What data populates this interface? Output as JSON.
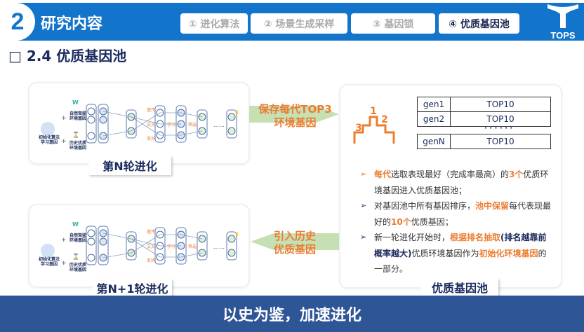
{
  "header": {
    "section_number": "2",
    "title": "研究内容"
  },
  "tabs": [
    {
      "label": "① 进化算法",
      "active": false
    },
    {
      "label": "② 场景生成采样",
      "active": false
    },
    {
      "label": "③ 基因锁",
      "active": false
    },
    {
      "label": "④ 优质基因池",
      "active": true
    }
  ],
  "logo": {
    "text": "TOPS"
  },
  "section_title": "□ 2.4 优质基因池",
  "diagram": {
    "init_label_1": "初始化算法",
    "init_label_2": "学习基因",
    "natural_label_1": "自然驾驶",
    "natural_label_2": "环境基因",
    "history_label_1": "历史优质",
    "history_label_2": "环境基因",
    "plus": "+",
    "op_inherit": "遗传",
    "op_cross": "交叉",
    "op_mutate": "变异",
    "op_learn": "学习",
    "op_filter": "筛选",
    "ellipsis": "……"
  },
  "card_n": {
    "caption": "第N轮进化"
  },
  "card_n1": {
    "caption": "第N+1轮进化"
  },
  "arrow_save": {
    "line1": "保存每代TOP3",
    "line2": "环境基因"
  },
  "arrow_import": {
    "line1": "引入历史",
    "line2": "优质基因"
  },
  "pool": {
    "caption": "优质基因池",
    "ranking_icon_digits": [
      "1",
      "2",
      "3"
    ],
    "table": [
      [
        "gen1",
        "TOP10"
      ],
      [
        "gen2",
        "TOP10"
      ],
      [
        "genN",
        "TOP10"
      ]
    ],
    "table_ellipsis": "· · · · · ·",
    "bullets": [
      {
        "marker": "➢",
        "parts": [
          {
            "t": "每代",
            "s": "o"
          },
          {
            "t": "选取表现最好（完成率最高）的",
            "s": ""
          },
          {
            "t": "3个",
            "s": "o"
          },
          {
            "t": "优质环境基因进入优质基因池；",
            "s": ""
          }
        ]
      },
      {
        "marker": "➢",
        "parts": [
          {
            "t": "对基因池中所有基因排序，",
            "s": ""
          },
          {
            "t": "池中保留",
            "s": "o"
          },
          {
            "t": "每代表现最好的",
            "s": ""
          },
          {
            "t": "10个",
            "s": "o"
          },
          {
            "t": "优质基因；",
            "s": ""
          }
        ]
      },
      {
        "marker": "➢",
        "parts": [
          {
            "t": "新一轮进化开始时，",
            "s": ""
          },
          {
            "t": "根据排名抽取",
            "s": "o"
          },
          {
            "t": "(排名越靠前概率越大)",
            "s": "b"
          },
          {
            "t": "优质环境基因作为",
            "s": ""
          },
          {
            "t": "初始化环境基因",
            "s": "o"
          },
          {
            "t": "的一部分。",
            "s": ""
          }
        ]
      }
    ]
  },
  "footer": {
    "slogan": "以史为鉴，加速进化"
  },
  "colors": {
    "header_blue": "#1374cc",
    "footer_blue": "#2e5596",
    "accent_orange": "#ec7c30",
    "arrow_green": "#c6e0b4",
    "navy": "#1a2a5c"
  }
}
